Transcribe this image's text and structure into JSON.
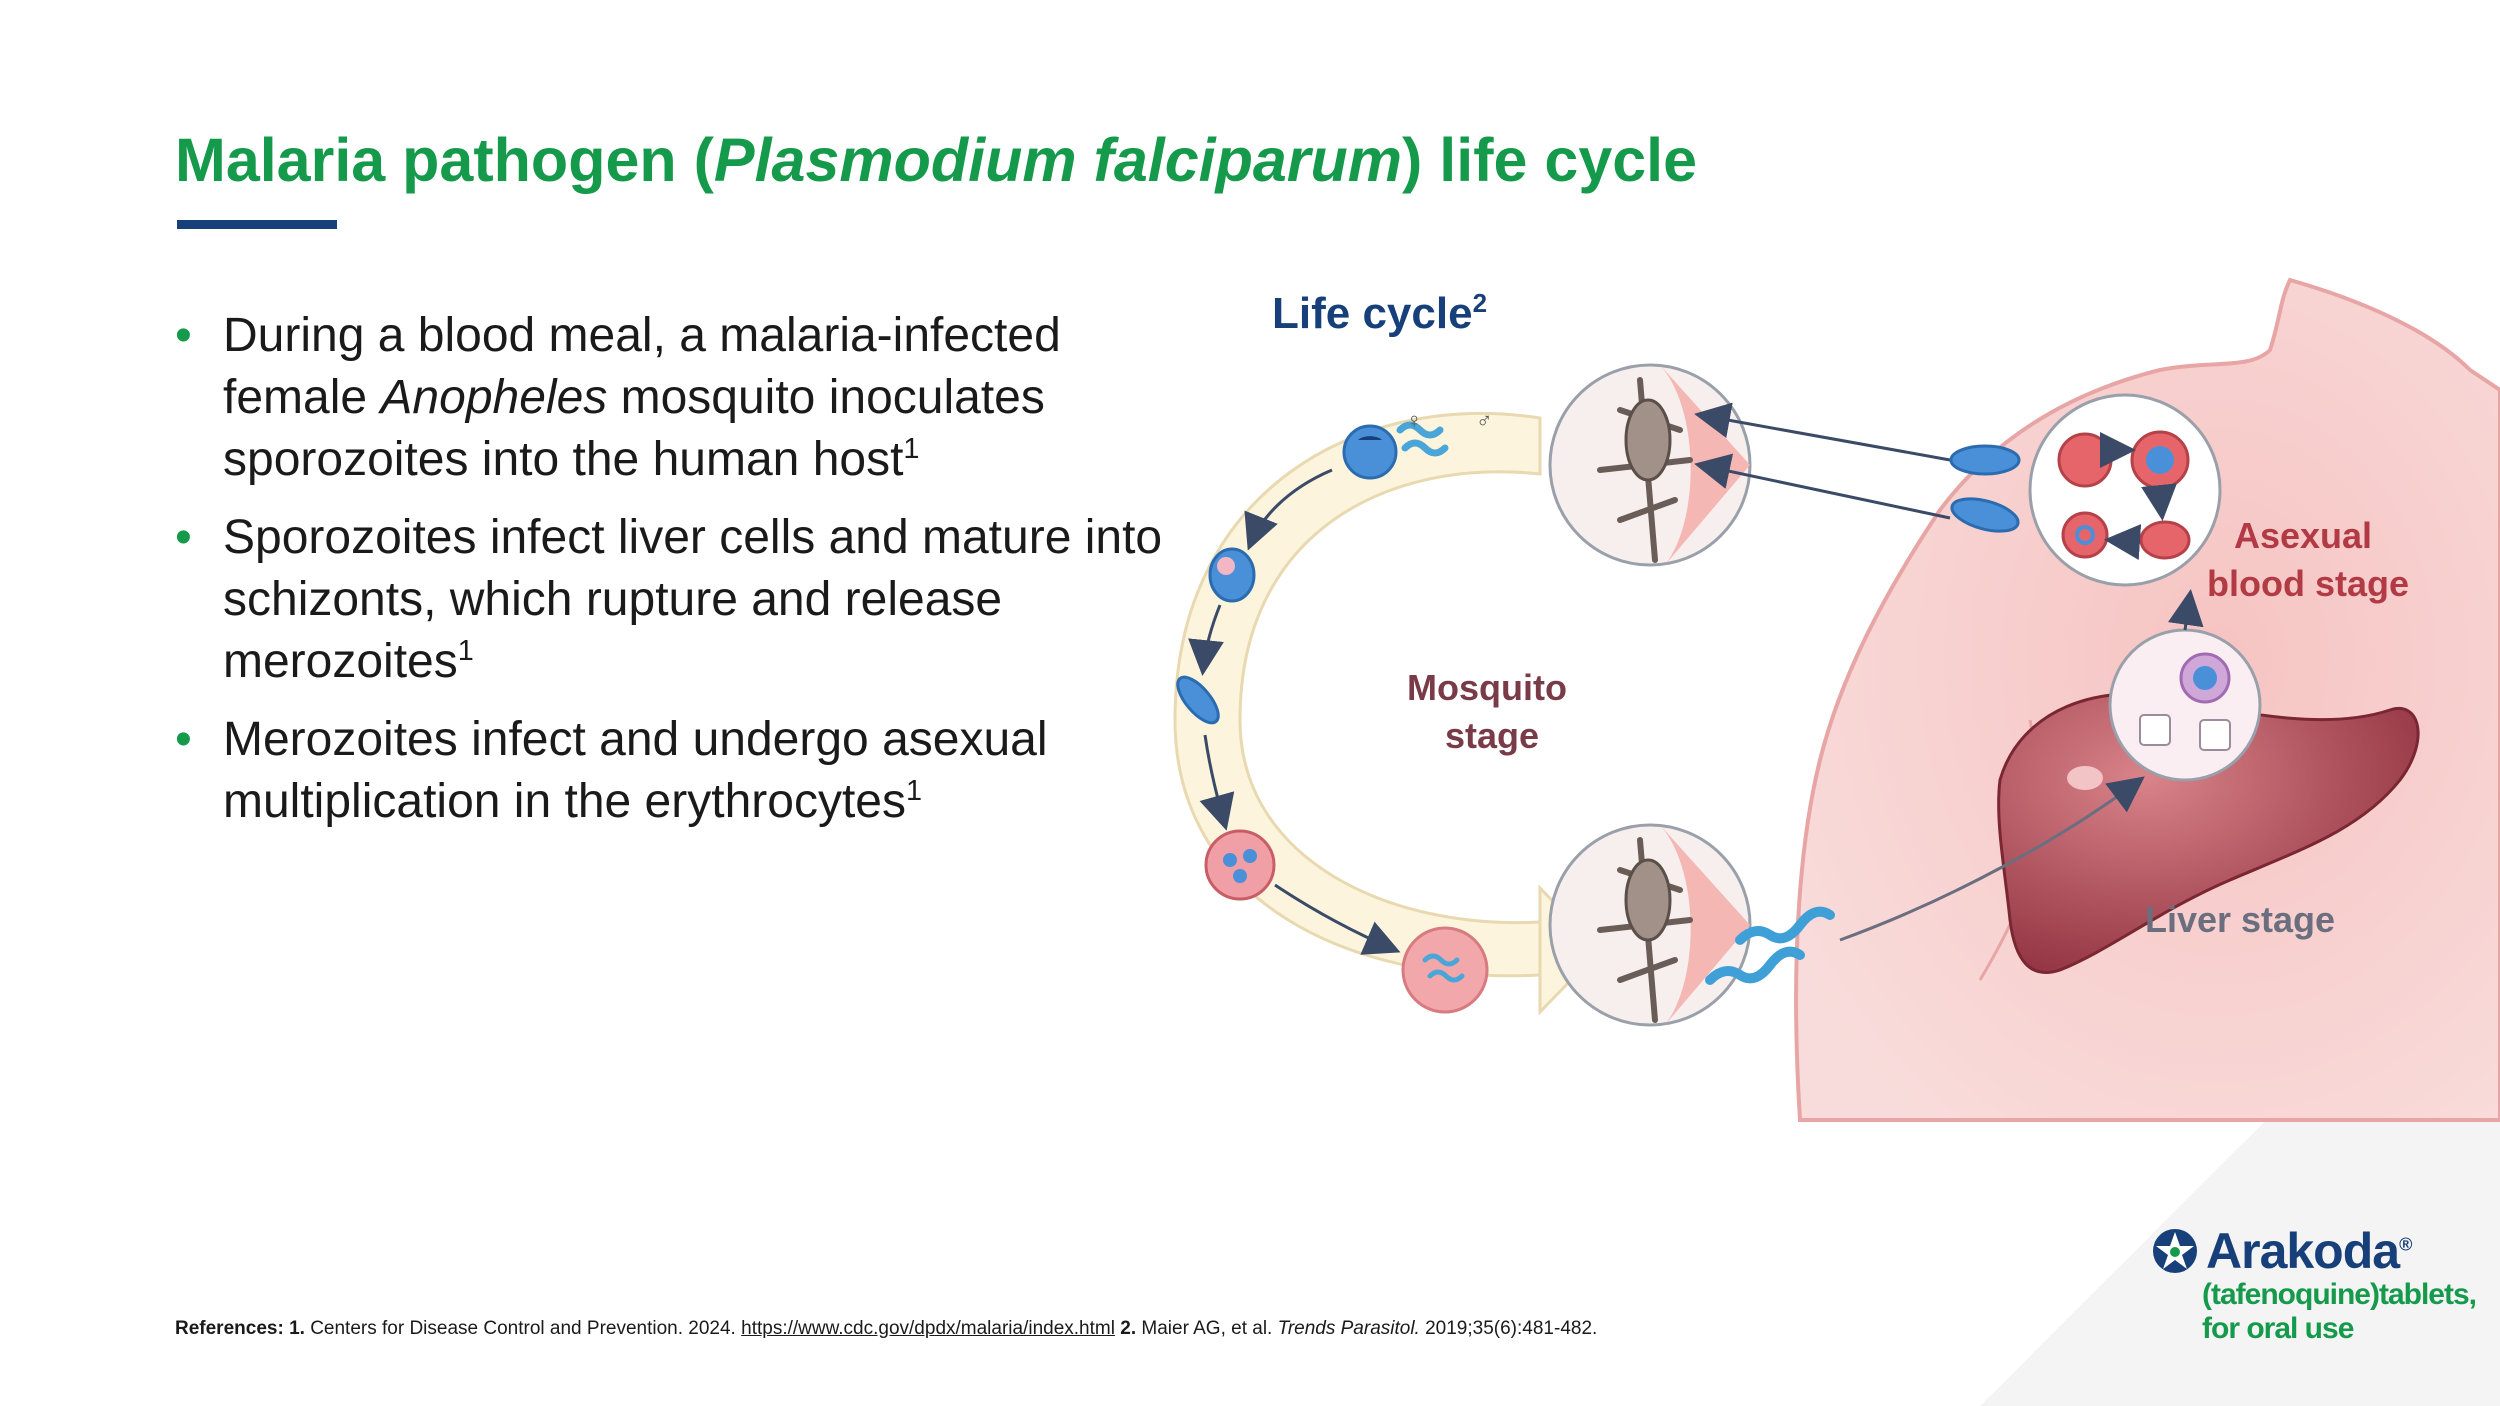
{
  "title": {
    "before": "Malaria pathogen (",
    "italic": "Plasmodium falciparum",
    "after": ") life cycle"
  },
  "bullets": [
    {
      "t1": "During a blood meal, a malaria-infected female ",
      "italic": "Anopheles",
      "t2": " mosquito inoculates sporozoites into the human host",
      "sup": "1"
    },
    {
      "t1": "Sporozoites infect liver cells and mature into schizonts, which rupture and release merozoites",
      "sup": "1"
    },
    {
      "t1": "Merozoites infect and undergo asexual multiplication in the erythrocytes",
      "sup": "1"
    }
  ],
  "diagram": {
    "title": "Life cycle",
    "title_sup": "2",
    "mosquito_stage": [
      "Mosquito",
      "stage"
    ],
    "asexual_stage": [
      "Asexual",
      "blood stage"
    ],
    "liver_stage": "Liver stage",
    "female_symbol": "♀",
    "male_symbol": "♂"
  },
  "references": {
    "label": "References:",
    "r1_num": "1.",
    "r1_text": "Centers for Disease Control and Prevention. 2024.",
    "r1_link": "https://www.cdc.gov/dpdx/malaria/index.html",
    "r2_num": "2.",
    "r2_text": "Maier AG, et al.",
    "r2_journal": "Trends Parasitol.",
    "r2_cite": "2019;35(6):481-482."
  },
  "logo": {
    "name": "Arakoda",
    "reg": "®",
    "line1": "(tafenoquine)tablets,",
    "line2": "for oral use"
  },
  "colors": {
    "title_green": "#159a4c",
    "navy": "#17407a",
    "stage_maroon": "#7a3b48",
    "stage_red": "#b23a45",
    "liver_grey": "#6b6e7f"
  }
}
